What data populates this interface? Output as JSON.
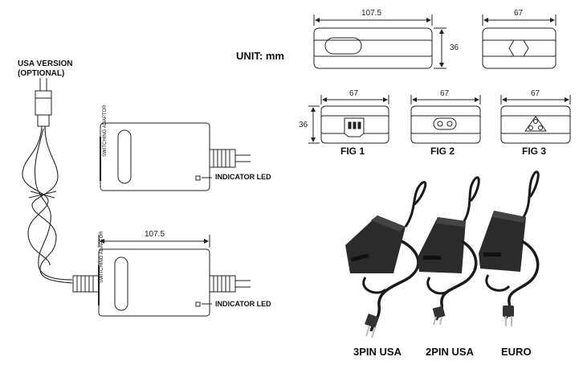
{
  "diagram": {
    "usa_version_line1": "USA VERSION",
    "usa_version_line2": "(OPTIONAL)",
    "unit": "UNIT: mm",
    "adapter_text": "SWITCHING ADAPTOR",
    "indicator_led_top": "INDICATOR LED",
    "indicator_led_bottom": "INDICATOR LED",
    "dim_length_bottom": "107.5",
    "dim_length_top": "107.5",
    "dim_width_top": "67",
    "dim_height_top": "36",
    "dim_fig_width_1": "67",
    "dim_fig_width_2": "67",
    "dim_fig_width_3": "67",
    "dim_fig_height": "36",
    "fig1": "FIG 1",
    "fig2": "FIG 2",
    "fig3": "FIG 3"
  },
  "photo": {
    "label_3pin": "3PIN USA",
    "label_2pin": "2PIN USA",
    "label_euro": "EURO"
  }
}
